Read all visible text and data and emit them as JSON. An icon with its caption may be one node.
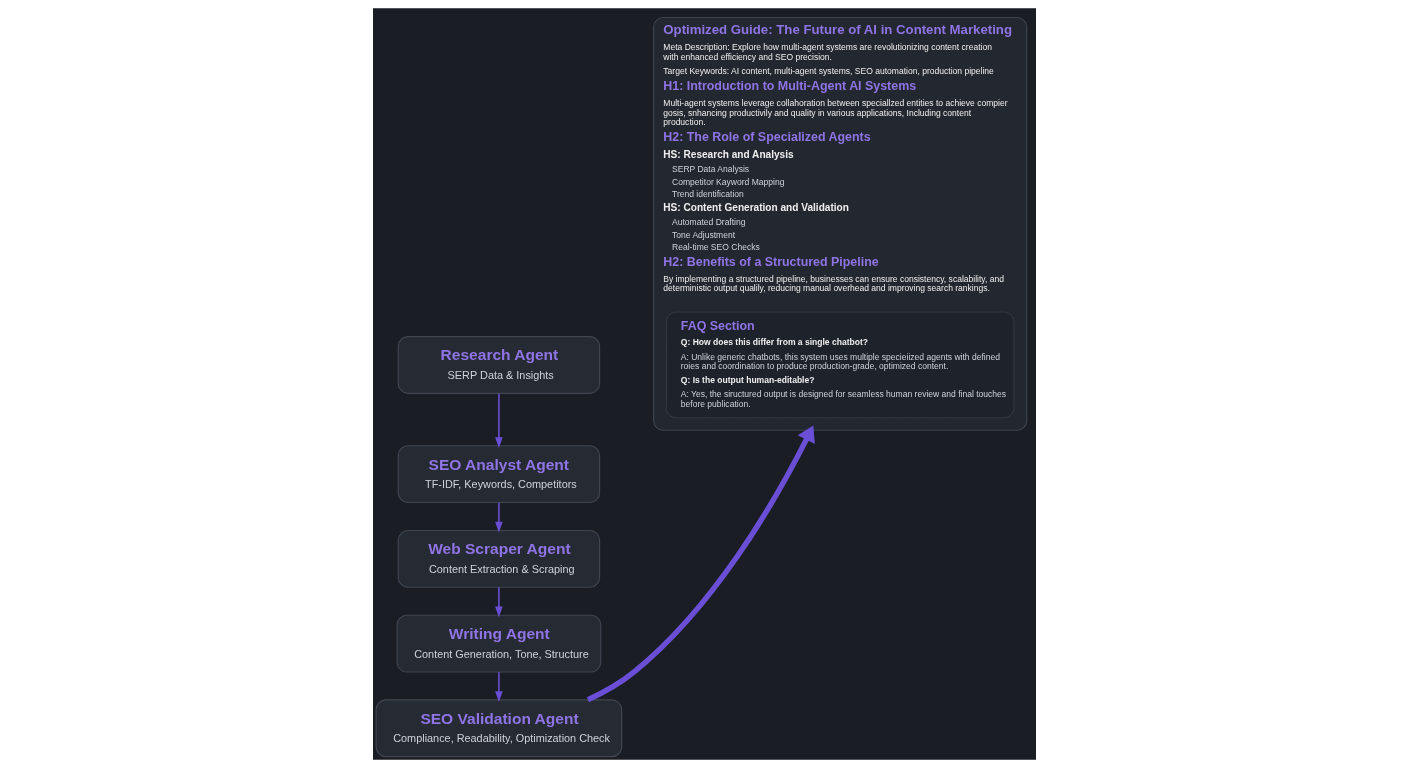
{
  "diagram": {
    "nodes": [
      {
        "text": [
          "Research Agent",
          "SERP Data & Insights"
        ]
      },
      {
        "text": [
          "SEO Analyst Agent",
          "TF-IDF, Keywords, Competitors"
        ]
      },
      {
        "text": [
          "Web Scraper Agent",
          "Content Extraction & Scraping"
        ]
      },
      {
        "text": [
          "Writing Agent",
          "Content Generation, Tone, Structure"
        ]
      },
      {
        "text": [
          "SEO Validation Agent",
          "Compliance, Readability, Optimization Check"
        ]
      },
      {
        "text": [
          "Optimized Guide: The Future of AI in Content Marketing",
          "Meta Description: Explore how multi-agent systems are revolutionizing content creation with enhanced efficiency and SEO precision.",
          "Target Keywords: AI content, multi-agent systems, SEO automation, production pipeline",
          "H1: Introduction to Multi-Agent AI Systems",
          "Multi-agent systems leverage collahoration between speciallzed entities to achieve compier gosis, snhancing productivily and quality in various applications, Including content production.",
          "H2: The Role of Specialized Agents",
          "HS: Research and Analysis",
          "SERP Data Analysis",
          "Competitor Kayword Mapping",
          "Trend identification",
          "HS: Content Generation and Validation",
          "Automated Drafting",
          "Tone Adjustment",
          "Real-time SEO Checks",
          "H2: Benefits of a Structured Pipeline",
          "By implementing a structured pipeline, businesses can ensure consistency, scalability, and deterministic output qualily, reducing manual overhead and improving search rankings."
        ]
      },
      {
        "text": [
          "FAQ Section",
          "Q: How does this differ from a single chatbot?",
          "A: Unlike generic chatbots, this system uses multiple specieiized agents with defined roies and coordination to produce production-grade, optimized content.",
          "Q: Is the output human-editable?",
          "A: Yes, the siructured output is designed for seamless human review and final touches before publication."
        ],
        "in": 5
      }
    ],
    "edges": [
      {
        "from": 0,
        "to": 1,
        "arrow": "to"
      },
      {
        "from": 1,
        "to": 2,
        "arrow": "to"
      },
      {
        "from": 2,
        "to": 3,
        "arrow": "to"
      },
      {
        "from": 3,
        "to": 4,
        "arrow": "to"
      },
      {
        "from": 4,
        "to": 5,
        "arrow": "to",
        "style": "thick"
      }
    ]
  }
}
